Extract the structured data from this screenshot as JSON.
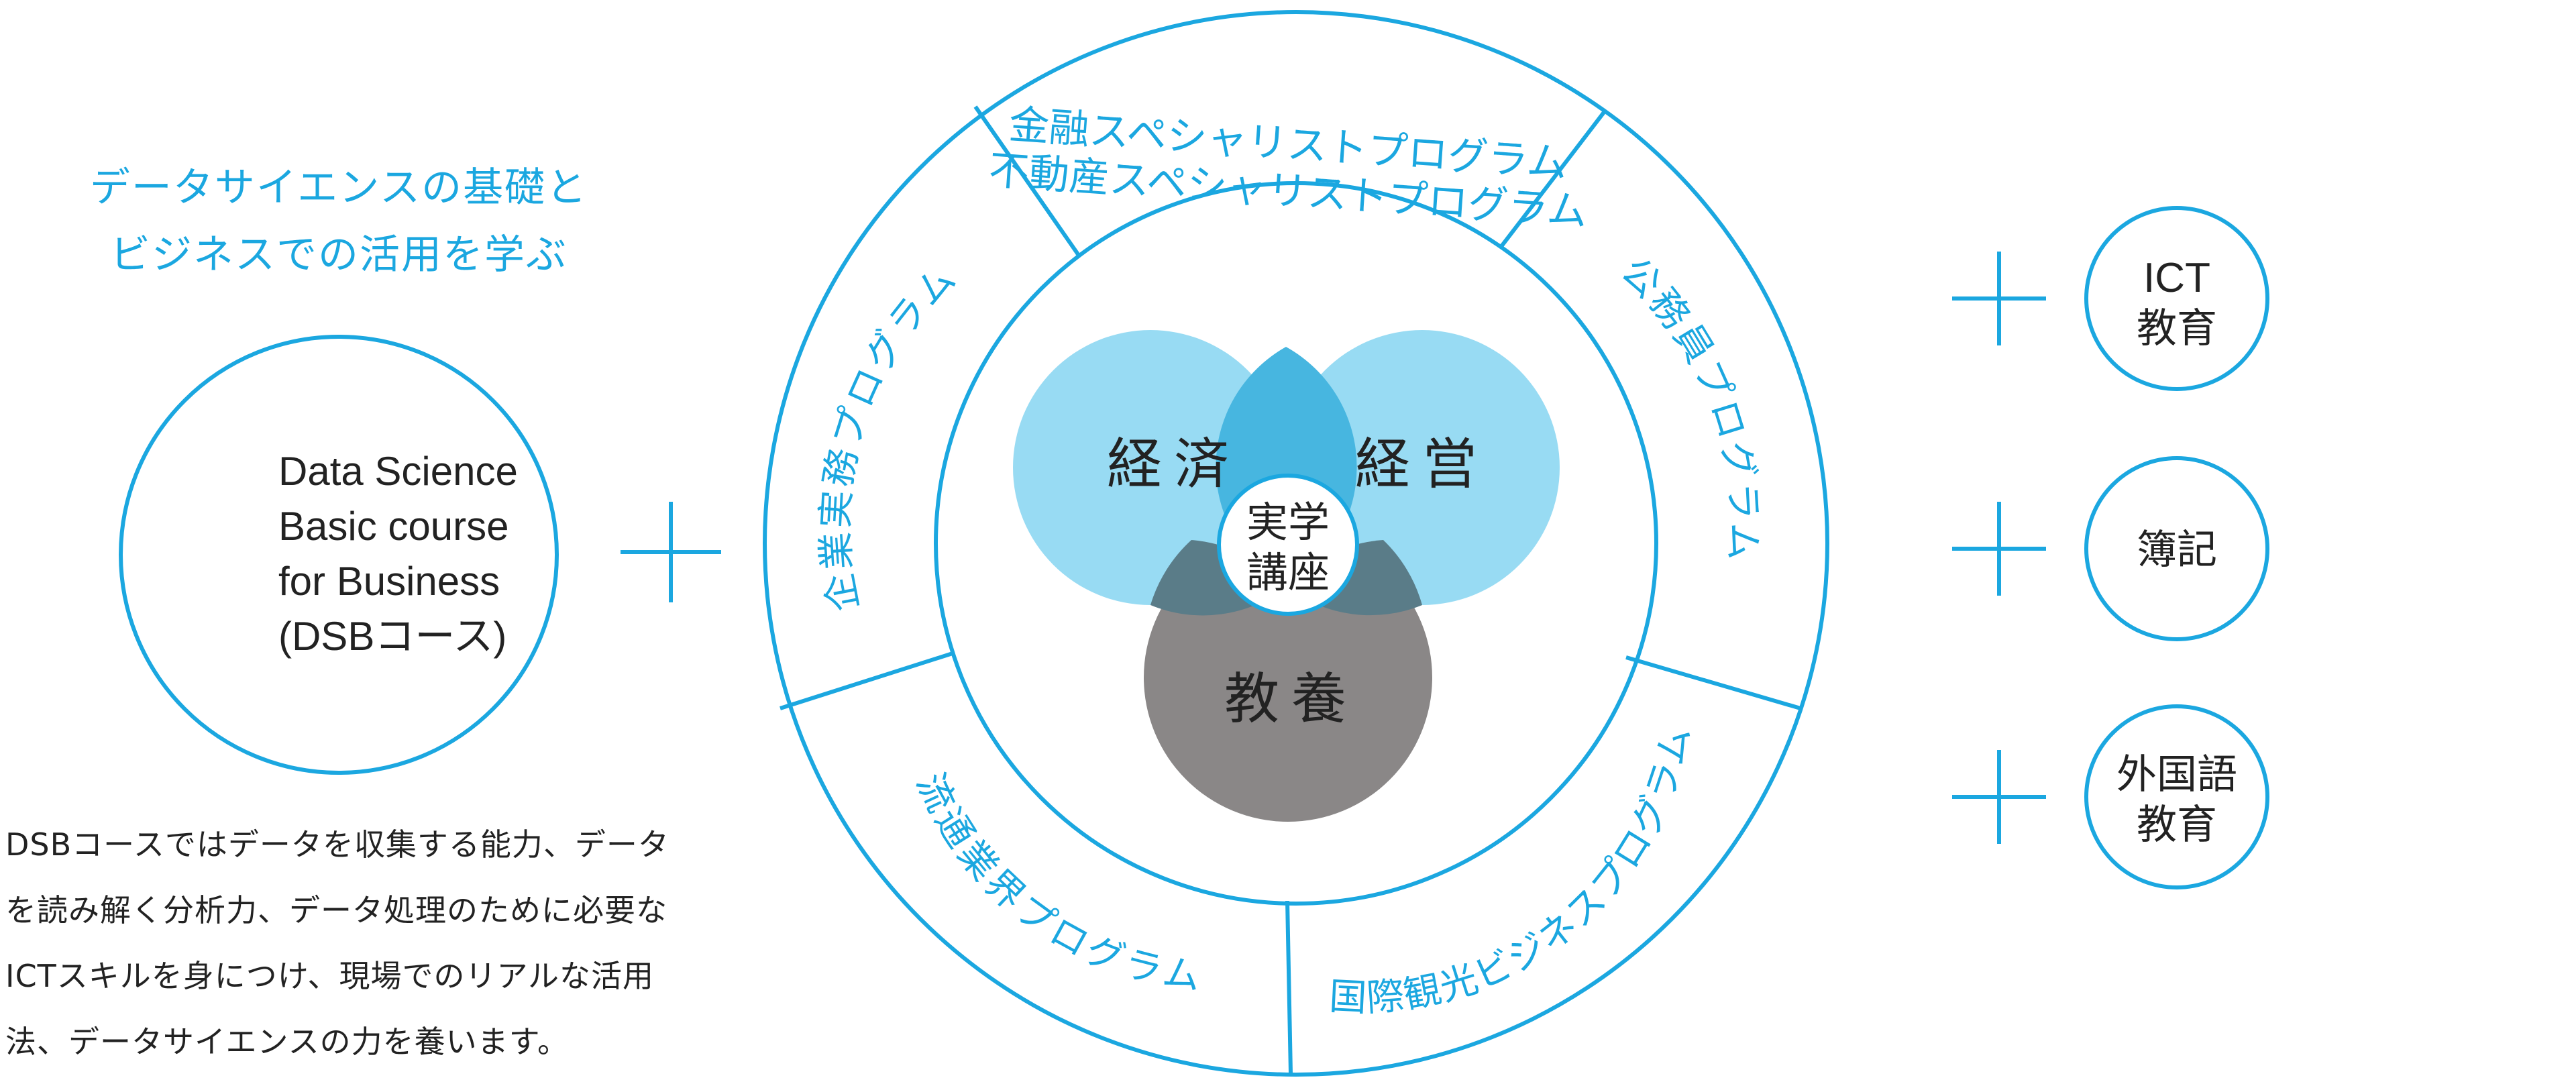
{
  "tagline": [
    "データサイエンスの基礎と",
    "ビジネスでの活用を学ぶ"
  ],
  "dsb_course": {
    "lines": [
      "Data Science",
      "Basic course",
      "for Business",
      "(DSBコース)"
    ]
  },
  "description": [
    "DSBコースではデータを収集する能力、データ",
    "を読み解く分析力、データ処理のために必要な",
    "ICTスキルを身につけ、現場でのリアルな活用",
    "法、データサイエンスの力を養います。"
  ],
  "center_label": [
    "実学",
    "講座"
  ],
  "venn": {
    "economics": "経済",
    "management": "経営",
    "liberal_arts": "教養"
  },
  "programs": {
    "finance_realestate": [
      "金融スペシャリストプログラム",
      "不動産スペシャリストプログラム"
    ],
    "public_servant": "公務員プログラム",
    "intl_tourism": "国際観光ビジネスプログラム",
    "distribution": "流通業界プログラム",
    "corporate": "企業実務プログラム"
  },
  "extras": [
    "ICT教育",
    "簿記",
    "外国語教育"
  ],
  "extras_display": [
    [
      "ICT",
      "教育"
    ],
    [
      "簿記"
    ],
    [
      "外国語",
      "教育"
    ]
  ],
  "colors": {
    "accent": "#1ba7e0",
    "venn_blue": "#8fd8f2",
    "venn_overlap": "#47b6e0",
    "venn_gray": "#8a8787",
    "venn_dark_overlap": "#5a7c88"
  }
}
